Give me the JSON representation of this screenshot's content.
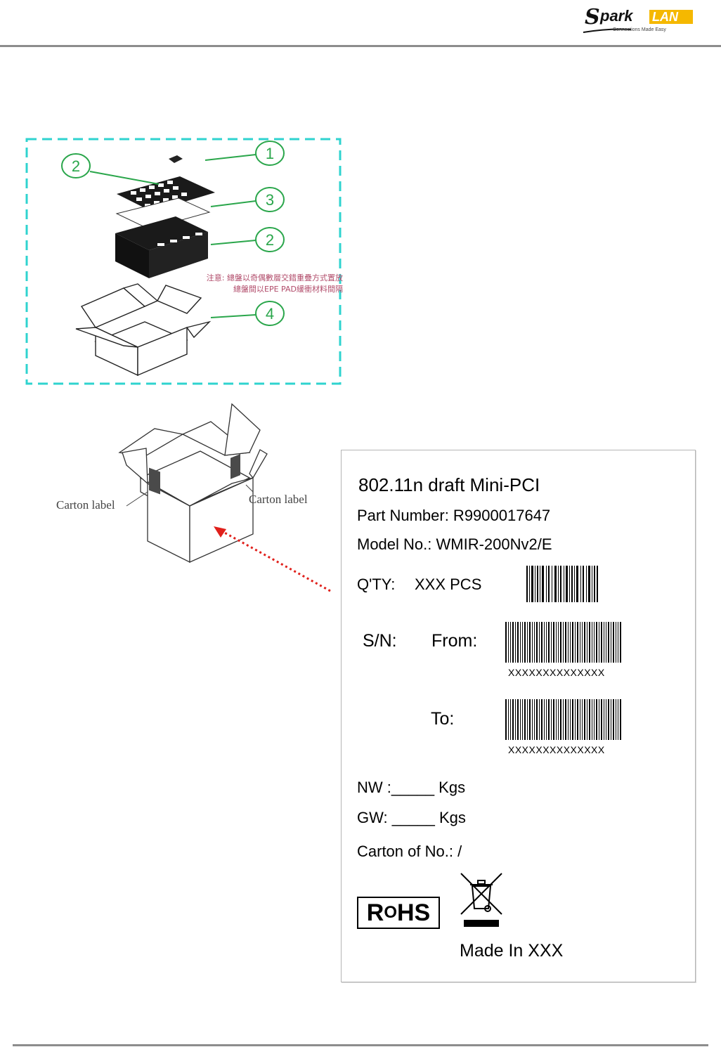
{
  "header": {
    "logo_text": "SparkLAN",
    "logo_tagline": "Connections Made Easy"
  },
  "packing": {
    "callouts": [
      "1",
      "2",
      "3",
      "2",
      "4"
    ],
    "note_lines": [
      "注意: 總盤以奇偶數層交錯重疊方式置放",
      "總盤間以EPE PAD緩衝材料間隔"
    ]
  },
  "carton": {
    "label_left": "Carton label",
    "label_right": "Carton label"
  },
  "label": {
    "product_title": "802.11n draft Mini-PCI",
    "part_number": "Part Number: R9900017647",
    "model_no": "Model No.: WMIR-200Nv2/E",
    "qty_label": "Q'TY:",
    "qty_value": "XXX PCS",
    "sn_label": "S/N:",
    "from_label": "From:",
    "to_label": "To:",
    "from_caption": "XXXXXXXXXXXXXX",
    "to_caption": "XXXXXXXXXXXXXX",
    "nw": "NW :_____  Kgs",
    "gw": "GW: _____ Kgs",
    "carton_of": "Carton of No.:        /",
    "rohs": "ROHS",
    "made_in": "Made In XXX"
  },
  "colors": {
    "rule": "#8c8c8c",
    "dash_border": "#2fd3cf",
    "callout": "#2aa64b",
    "note": "#b14b6a",
    "arrow": "#e0201b",
    "logo_accent": "#f5b800"
  }
}
